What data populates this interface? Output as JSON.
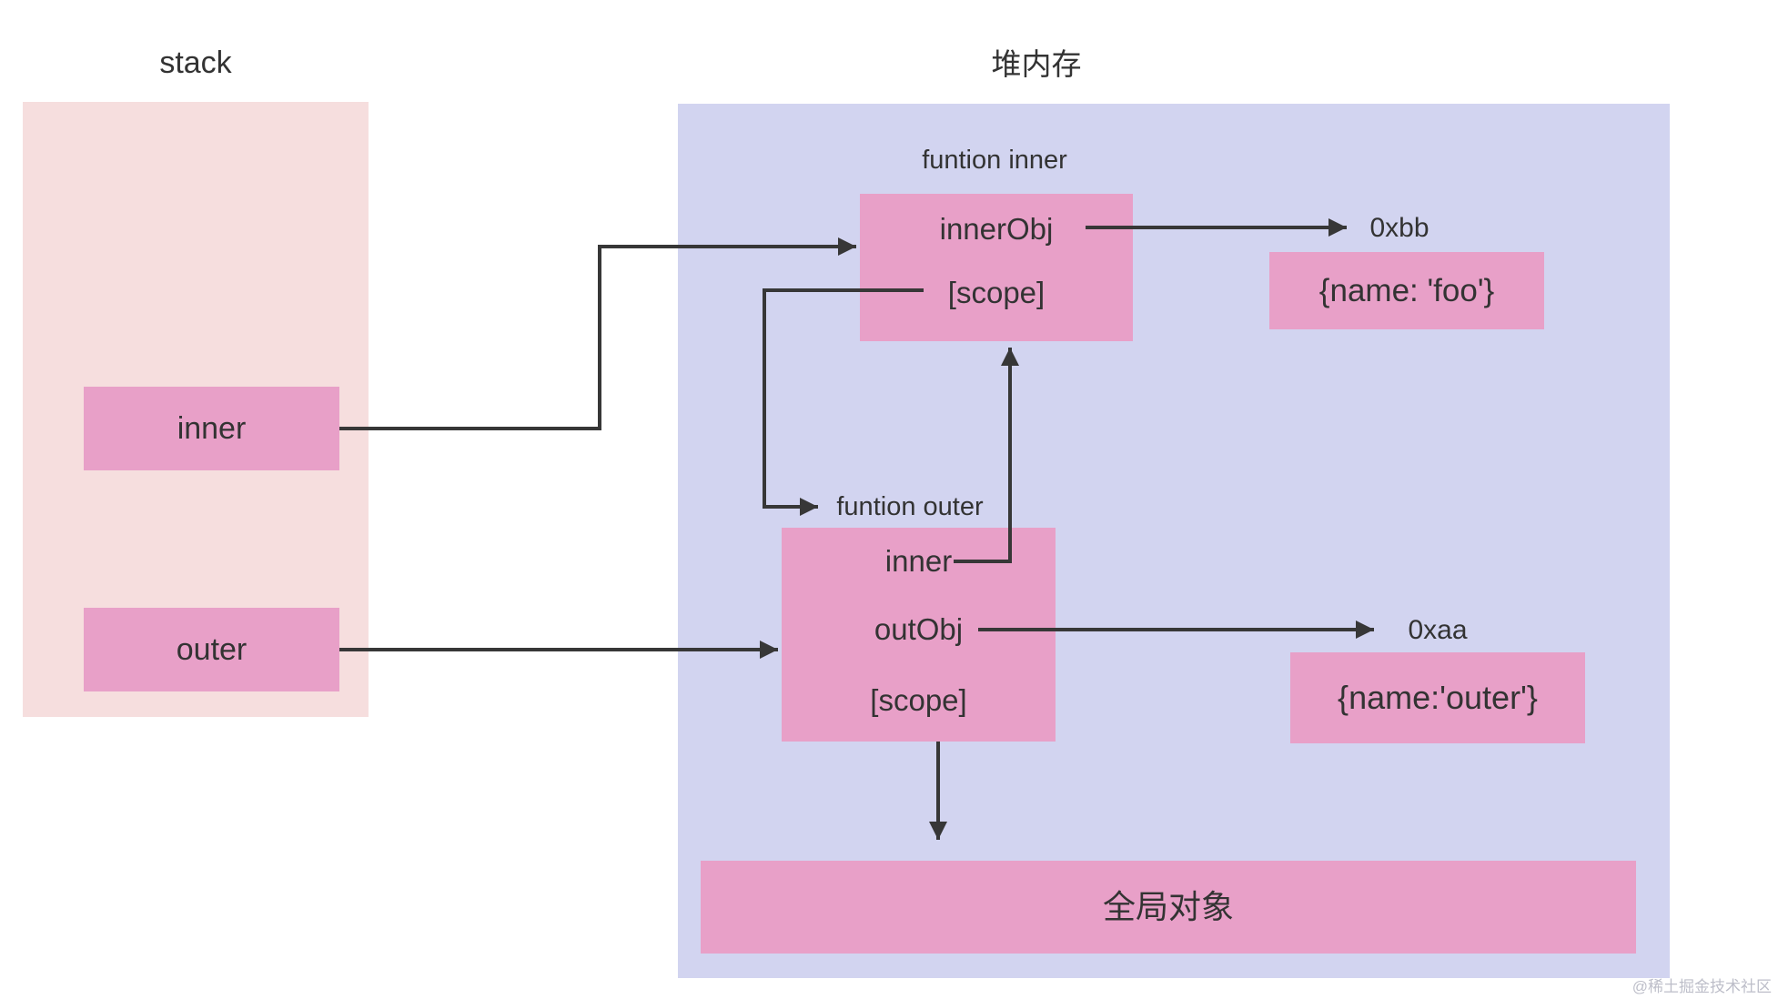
{
  "titles": {
    "stack": "stack",
    "heap": "堆内存"
  },
  "stack": {
    "items": [
      {
        "label": "inner"
      },
      {
        "label": "outer"
      }
    ]
  },
  "heap": {
    "function_inner": {
      "title": "funtion inner",
      "rows": [
        {
          "label": "innerObj"
        },
        {
          "label": "[scope]"
        }
      ]
    },
    "function_outer": {
      "title": "funtion outer",
      "rows": [
        {
          "label": "inner"
        },
        {
          "label": "outObj"
        },
        {
          "label": "[scope]"
        }
      ]
    },
    "ref_bb": {
      "address": "0xbb",
      "object_literal": "{name: 'foo'}"
    },
    "ref_aa": {
      "address": "0xaa",
      "object_literal": "{name:'outer'}"
    },
    "global_object": "全局对象"
  },
  "watermark": "@稀土掘金技术社区",
  "colors": {
    "stack_bg": "#f6dede",
    "heap_bg": "#d2d4f0",
    "box_pink": "#e8a0c8",
    "arrow": "#373737",
    "text": "#333333",
    "watermark": "#bdbec9"
  }
}
